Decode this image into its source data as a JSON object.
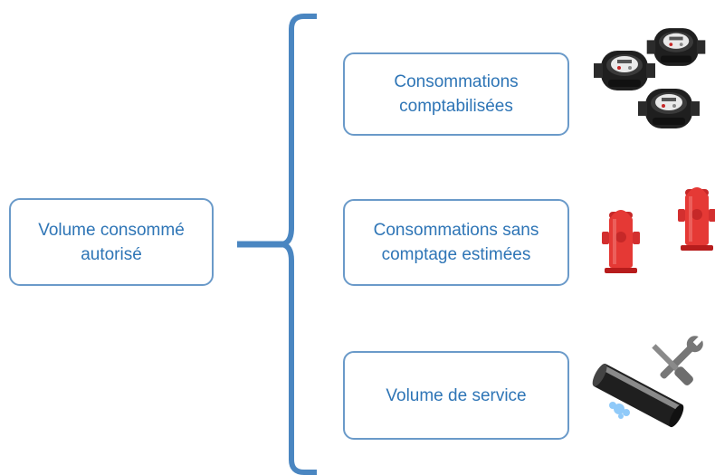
{
  "main": {
    "label_line1": "Volume consommé",
    "label_line2": "autorisé"
  },
  "categories": [
    {
      "line1": "Consommations",
      "line2": "comptabilisées",
      "icon": "water-meter-icon"
    },
    {
      "line1": "Consommations sans",
      "line2": "comptage estimées",
      "icon": "fire-hydrant-icon"
    },
    {
      "line1": "Volume de service",
      "line2": "",
      "icon": "pipe-and-tools-icon"
    }
  ],
  "colors": {
    "accent": "#2e75b6",
    "bracket": "#4a86c1",
    "box_border": "#6a9ac9",
    "hydrant": "#e53935",
    "meter_body": "#1f1f1f"
  }
}
